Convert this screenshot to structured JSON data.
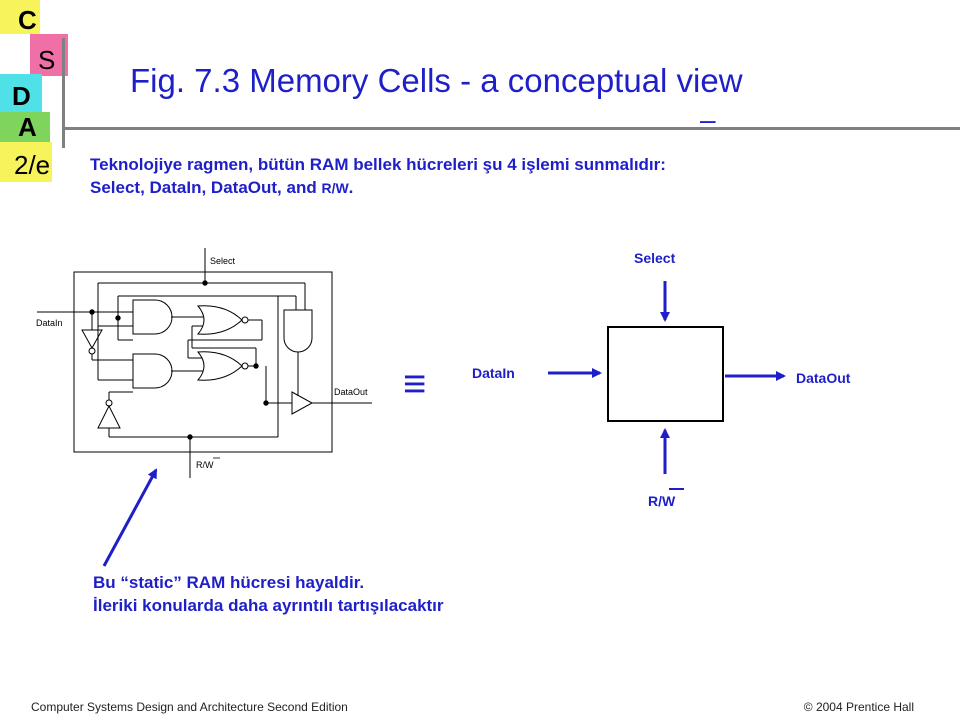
{
  "logo": {
    "letters": [
      "C",
      "S",
      "D",
      "A",
      "2/e"
    ],
    "colors": {
      "yellow": "#f7f35a",
      "pink": "#f06fa6",
      "blue": "#4fe0e8",
      "green": "#7fd45d"
    }
  },
  "slide": {
    "title": "Fig. 7.3  Memory Cells - a conceptual view",
    "title_dash": "–",
    "intro_line1": "Teknolojiye ragmen, bütün RAM bellek hücreleri şu 4 işlemi sunmalıdır:",
    "intro_line2_prefix": "Select, DataIn, DataOut, and ",
    "intro_line2_rw": "R/W",
    "intro_line2_suffix": ".",
    "note_line1": "Bu “static” RAM hücresi hayaldir.",
    "note_line2": "İleriki konularda daha ayrıntılı tartışılacaktır",
    "colors": {
      "accent": "#1f1fc8",
      "rule": "#808080"
    }
  },
  "circuit": {
    "select_label": "Select",
    "datain_label": "DataIn",
    "dataout_label": "DataOut",
    "rw_label": "R/W"
  },
  "equivalence_symbol": "≡",
  "block": {
    "select_label": "Select",
    "datain_label": "DataIn",
    "dataout_label": "DataOut",
    "rw_label": "R/W"
  },
  "footer": {
    "left": "Computer Systems Design and Architecture Second Edition",
    "right": "© 2004 Prentice Hall"
  }
}
